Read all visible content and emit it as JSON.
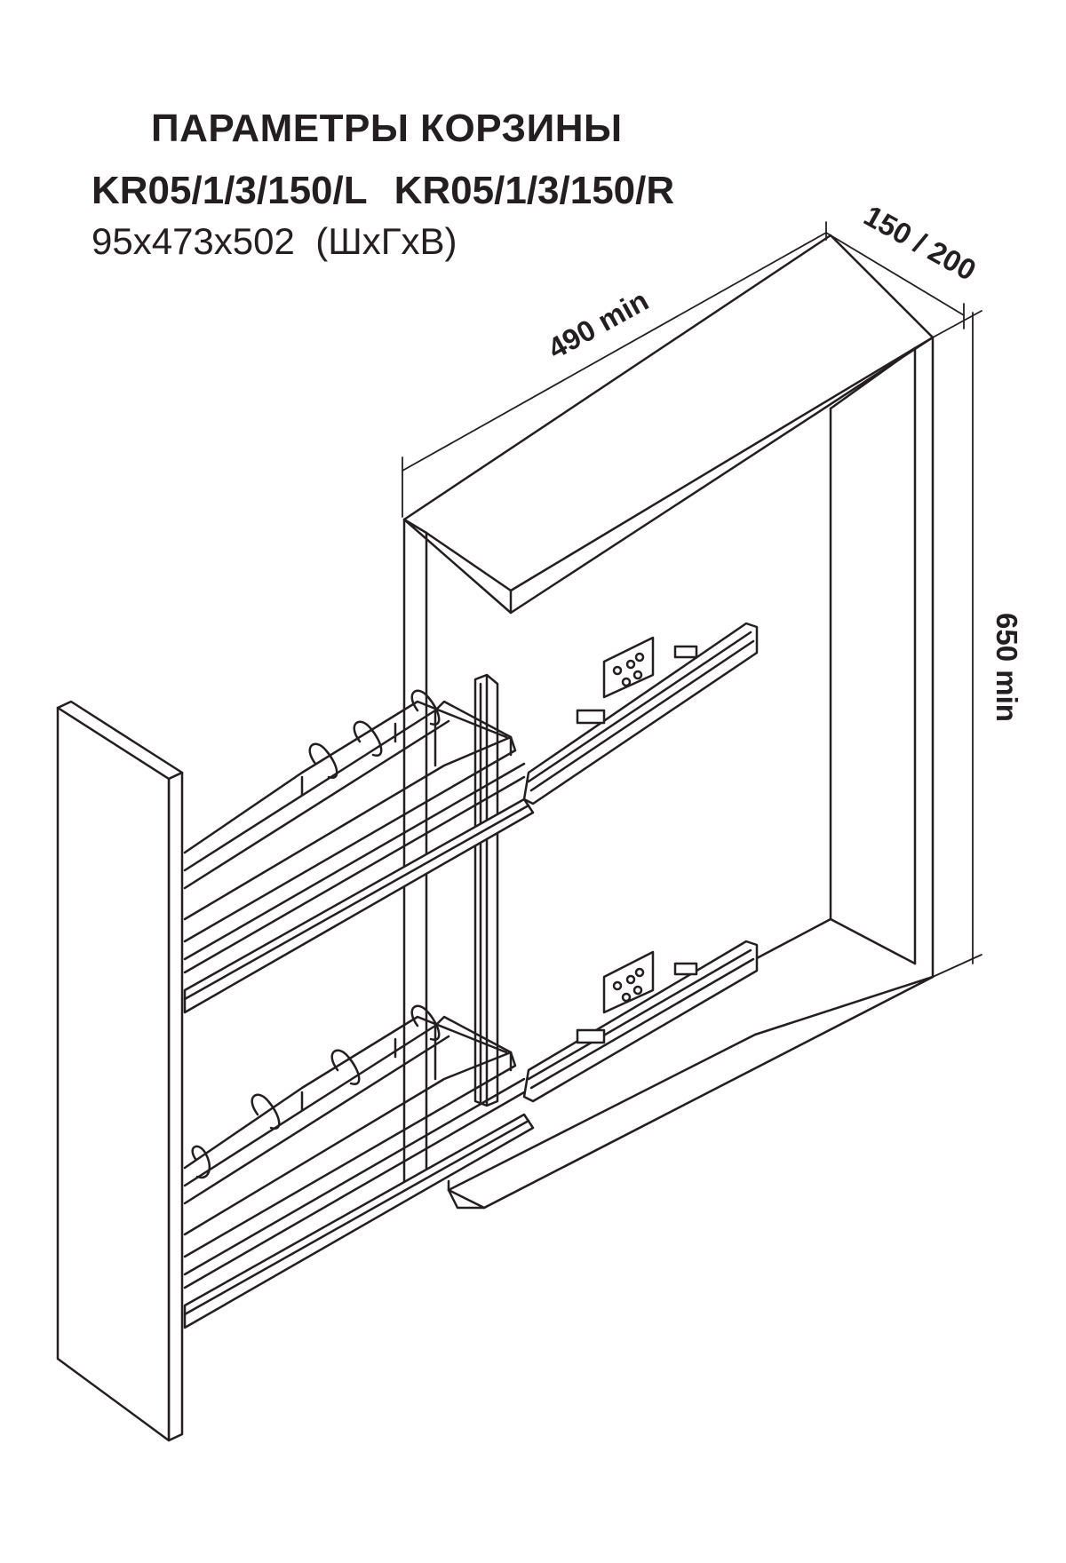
{
  "title": "ПАРАМЕТРЫ КОРЗИНЫ",
  "models": [
    "KR05/1/3/150/L",
    "KR05/1/3/150/R"
  ],
  "size": {
    "dims": "95x473x502",
    "legend": "(ШxГxВ)"
  },
  "dimensions": {
    "depth": "490 min",
    "width": "150 / 200",
    "height": "650 min"
  },
  "colors": {
    "line": "#231f20",
    "background": "#ffffff"
  }
}
